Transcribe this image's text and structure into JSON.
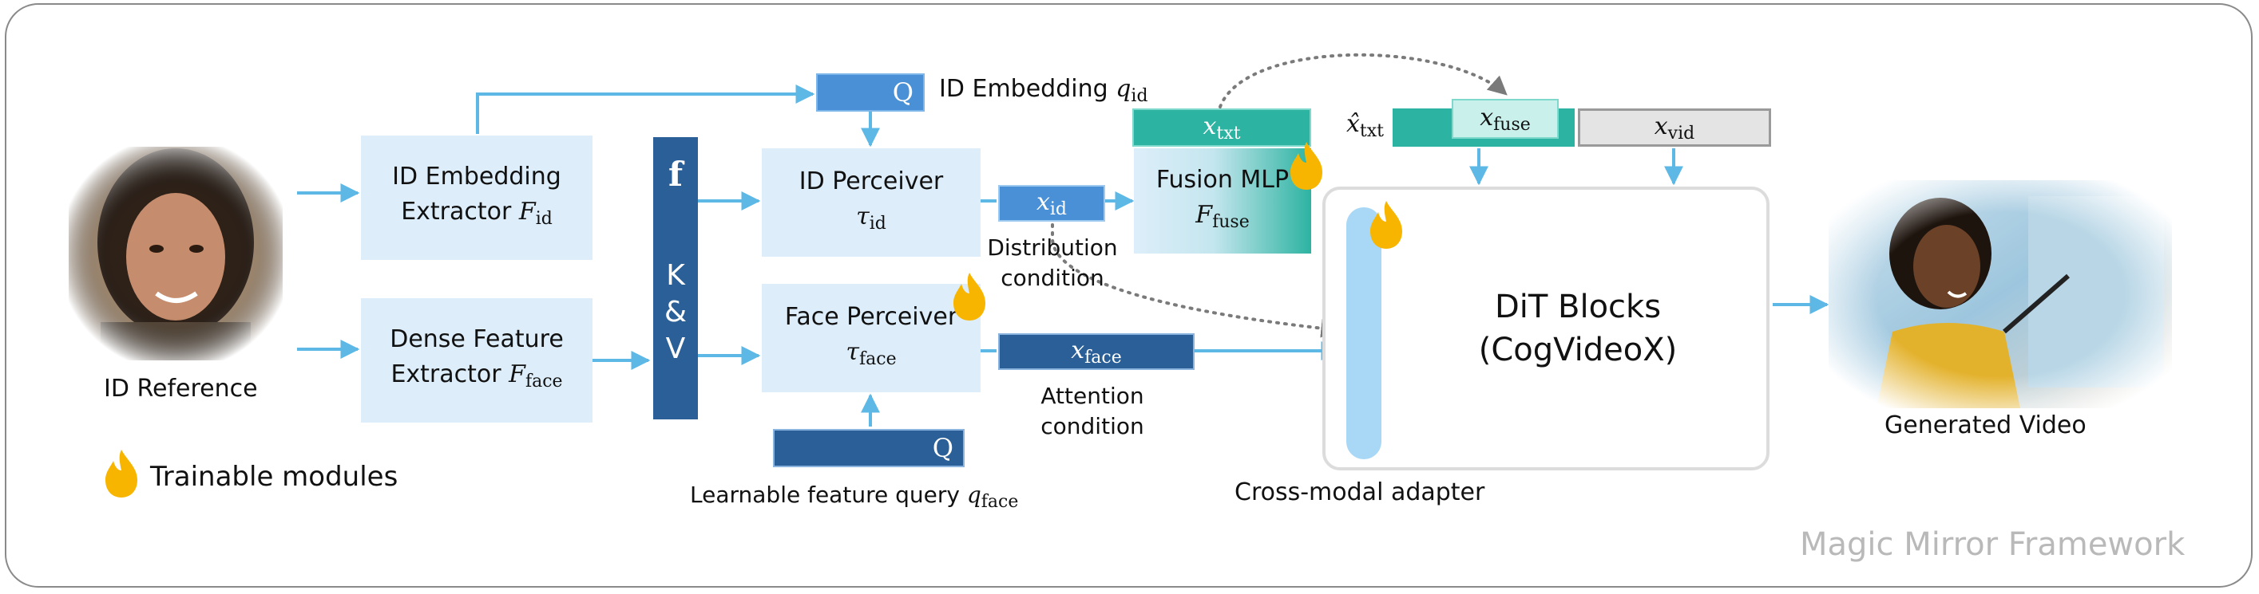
{
  "diagram": {
    "footer_title": "Magic Mirror Framework",
    "inputs": {
      "id_reference_label": "ID Reference",
      "generated_video_label": "Generated Video"
    },
    "legend": {
      "trainable_label": "Trainable modules",
      "icon": "flame-icon"
    },
    "blocks": {
      "id_embedding_extractor": {
        "line1": "ID Embedding",
        "line2": "Extractor ",
        "symbol": "F",
        "sub": "id"
      },
      "dense_feature_extractor": {
        "line1": "Dense Feature",
        "line2": "Extractor ",
        "symbol": "F",
        "sub": "face"
      },
      "fkv_bar": {
        "f": "f",
        "k": "K",
        "amp": "&",
        "v": "V"
      },
      "id_perceiver": {
        "line1": "ID Perceiver",
        "symbol": "τ",
        "sub": "id"
      },
      "face_perceiver": {
        "line1": "Face Perceiver",
        "symbol": "τ",
        "sub": "face"
      },
      "fusion_mlp": {
        "line1": "Fusion MLP",
        "symbol": "F",
        "sub": "fuse"
      },
      "dit_blocks": {
        "line1": "DiT Blocks",
        "line2": "(CogVideoX)"
      }
    },
    "tokens": {
      "q_top": "Q",
      "q_bottom": "Q",
      "x_id": {
        "symbol": "x",
        "sub": "id"
      },
      "x_face": {
        "symbol": "x",
        "sub": "face"
      },
      "x_txt": {
        "symbol": "x",
        "sub": "txt"
      },
      "x_fuse": {
        "symbol": "x",
        "sub": "fuse"
      },
      "x_vid": {
        "symbol": "x",
        "sub": "vid"
      },
      "x_hat_txt": {
        "symbol": "x̂",
        "sub": "txt"
      }
    },
    "labels": {
      "id_embedding": "ID Embedding ",
      "id_embedding_symbol": "q",
      "id_embedding_sub": "id",
      "distribution_1": "Distribution",
      "distribution_2": "condition",
      "attention_1": "Attention",
      "attention_2": "condition",
      "learnable_query": "Learnable feature query ",
      "learnable_query_symbol": "q",
      "learnable_query_sub": "face",
      "cross_modal": "Cross-modal adapter"
    },
    "colors": {
      "light_block": "#ddeefa",
      "dark_blue": "#2b5f97",
      "mid_blue": "#4a90d6",
      "teal": "#2db3a1",
      "arrow": "#5db8e6",
      "adapter": "#a8d8f5",
      "flame": "#f7b500",
      "gray_box": "#e4e4e4"
    }
  }
}
